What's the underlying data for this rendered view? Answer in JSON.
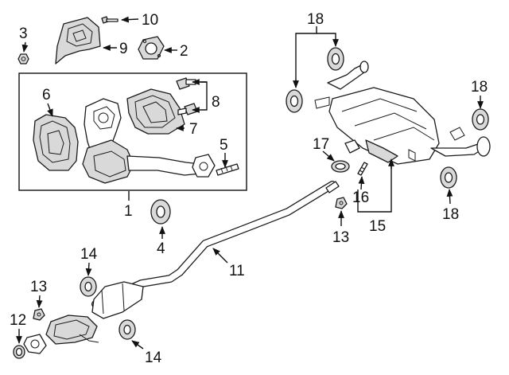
{
  "callouts": {
    "c1": "1",
    "c2": "2",
    "c3": "3",
    "c4": "4",
    "c5": "5",
    "c6": "6",
    "c7": "7",
    "c8": "8",
    "c9": "9",
    "c10": "10",
    "c11": "11",
    "c12": "12",
    "c13a": "13",
    "c13b": "13",
    "c14a": "14",
    "c14b": "14",
    "c15": "15",
    "c16": "16",
    "c17": "17",
    "c18a": "18",
    "c18b": "18",
    "c18c": "18"
  }
}
